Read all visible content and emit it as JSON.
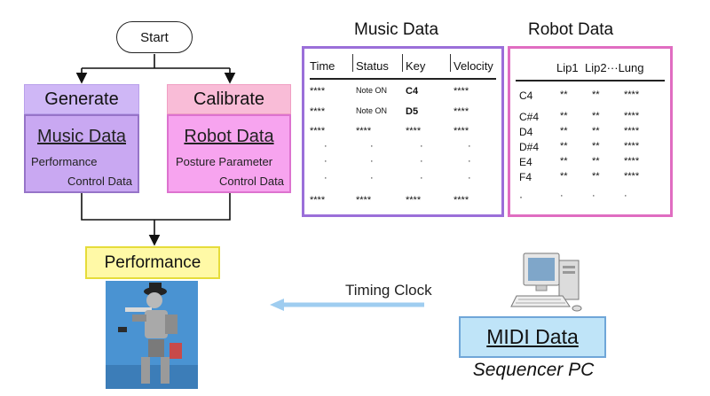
{
  "flow": {
    "start": "Start",
    "generate": {
      "header": "Generate",
      "title": "Music Data",
      "line1": "Performance",
      "line2": "Control Data"
    },
    "calibrate": {
      "header": "Calibrate",
      "title": "Robot Data",
      "line1": "Posture Parameter",
      "line2": "Control Data"
    },
    "performance": "Performance"
  },
  "music_table": {
    "title": "Music Data",
    "headers": [
      "Time",
      "Status",
      "Key",
      "Velocity"
    ],
    "rows": [
      [
        "****",
        "Note ON",
        "C4",
        "****"
      ],
      [
        "****",
        "Note ON",
        "D5",
        "****"
      ],
      [
        "****",
        "****",
        "****",
        "****"
      ],
      [
        "·",
        "·",
        "·",
        "·"
      ],
      [
        "·",
        "·",
        "·",
        "·"
      ],
      [
        "·",
        "·",
        "·",
        "·"
      ],
      [
        "****",
        "****",
        "****",
        "****"
      ]
    ]
  },
  "robot_table": {
    "title": "Robot Data",
    "headers": [
      "",
      "Lip1",
      "Lip2···Lung"
    ],
    "rows": [
      [
        "C4",
        "**",
        "**",
        "****"
      ],
      [
        "C#4",
        "**",
        "**",
        "****"
      ],
      [
        "D4",
        "**",
        "**",
        "****"
      ],
      [
        "D#4",
        "**",
        "**",
        "****"
      ],
      [
        "E4",
        "**",
        "**",
        "****"
      ],
      [
        "F4",
        "**",
        "**",
        "****"
      ],
      [
        "·",
        "·",
        "·",
        "·"
      ]
    ]
  },
  "timing_clock": "Timing Clock",
  "midi": {
    "label": "MIDI Data",
    "caption": "Sequencer PC"
  },
  "icons": [
    "robot-photo",
    "desktop-pc-icon"
  ],
  "colors": {
    "generate": "#c9a8f2",
    "calibrate": "#f7a4ef",
    "performance": "#fff9a6",
    "midi": "#bfe4f8",
    "arrow": "#9fcdf0"
  }
}
